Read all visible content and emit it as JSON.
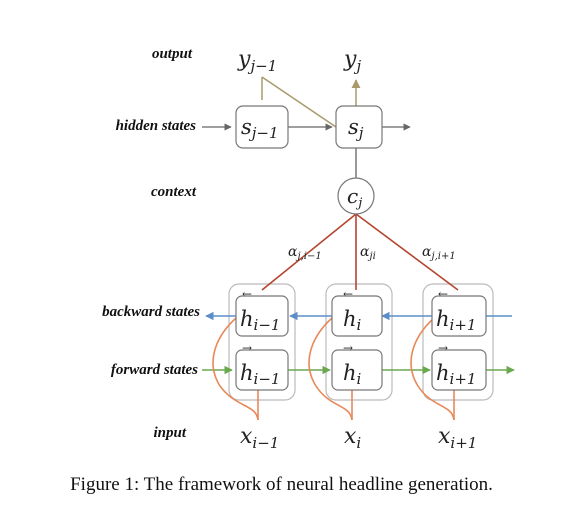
{
  "row_labels": {
    "output": "output",
    "hidden": "hidden states",
    "context": "context",
    "backward": "backward states",
    "forward": "forward states",
    "input": "input"
  },
  "output_nodes": [
    {
      "base": "y",
      "sub": "j−1"
    },
    {
      "base": "y",
      "sub": "j"
    }
  ],
  "hidden_nodes": [
    {
      "base": "s",
      "sub": "j−1"
    },
    {
      "base": "s",
      "sub": "j"
    }
  ],
  "context_node": {
    "base": "c",
    "sub": "j"
  },
  "attention_weights": [
    {
      "base": "α",
      "sub": "j,i−1"
    },
    {
      "base": "α",
      "sub": "ji"
    },
    {
      "base": "α",
      "sub": "j,i+1"
    }
  ],
  "backward_nodes": [
    {
      "base": "h",
      "sub": "i−1",
      "arrow": "←"
    },
    {
      "base": "h",
      "sub": "i",
      "arrow": "←"
    },
    {
      "base": "h",
      "sub": "i+1",
      "arrow": "←"
    }
  ],
  "forward_nodes": [
    {
      "base": "h",
      "sub": "i−1",
      "arrow": "→"
    },
    {
      "base": "h",
      "sub": "i",
      "arrow": "→"
    },
    {
      "base": "h",
      "sub": "i+1",
      "arrow": "→"
    }
  ],
  "input_nodes": [
    {
      "base": "x",
      "sub": "i−1"
    },
    {
      "base": "x",
      "sub": "i"
    },
    {
      "base": "x",
      "sub": "i+1"
    }
  ],
  "caption": "Figure 1: The framework of neural headline generation.",
  "colors": {
    "attention": "#b5452f",
    "backward": "#5b8ec8",
    "forward": "#6aa84f",
    "input_link": "#e8895a",
    "decoder": "#a89a6a",
    "box": "#777777"
  }
}
